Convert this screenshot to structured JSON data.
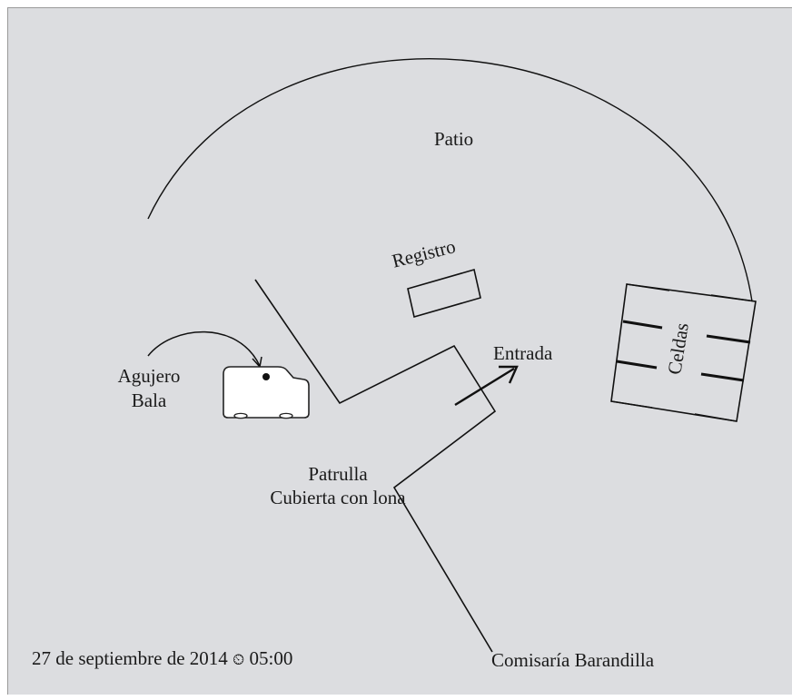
{
  "labels": {
    "patio": "Patio",
    "registro": "Registro",
    "entrada": "Entrada",
    "celdas": "Celdas",
    "agujero": "Agujero",
    "bala": "Bala",
    "patrulla": "Patrulla",
    "cubierta": "Cubierta con lona",
    "comisaria": "Comisaría Barandilla"
  },
  "footer": {
    "date": "27 de septiembre de 2014",
    "clock_icon": "⏲",
    "time": "05:00"
  }
}
